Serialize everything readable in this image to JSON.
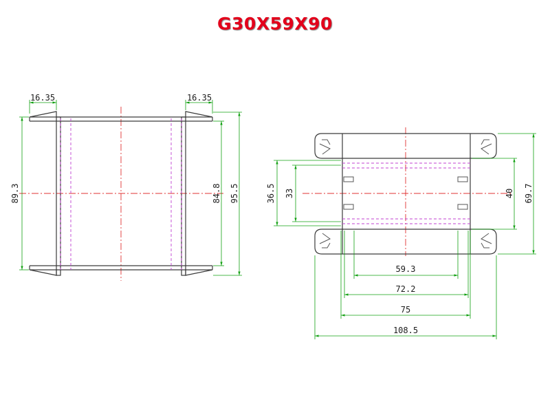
{
  "title": "G30X59X90",
  "colors": {
    "title": "#e3001b",
    "outline": "#3a3a3a",
    "hidden_line": "#c040d0",
    "center_line": "#e03030",
    "dimension": "#12a012"
  },
  "side_view": {
    "dims": {
      "left_flange": "16.35",
      "right_flange": "16.35",
      "left_height": "89.3",
      "inner_height": "84.8",
      "outer_height": "95.5"
    }
  },
  "front_view": {
    "dims": {
      "outer_left": "36.5",
      "inner_left": "33",
      "right_inner": "40",
      "right_outer": "69.7",
      "bottom_1": "59.3",
      "bottom_2": "72.2",
      "bottom_3": "75",
      "bottom_4": "108.5"
    }
  }
}
